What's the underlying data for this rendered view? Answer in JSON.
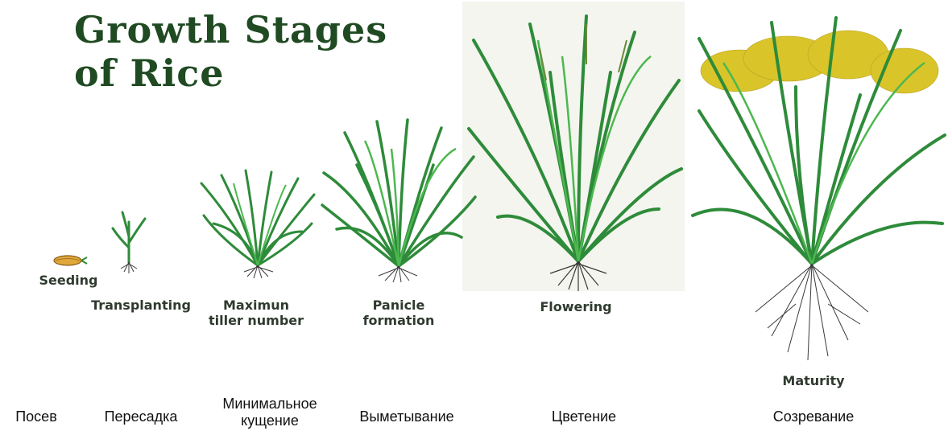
{
  "title": {
    "line1": "Growth Stages",
    "line2": "of Rice"
  },
  "stages": [
    {
      "en": [
        "Seeding"
      ],
      "ru": [
        "Посев"
      ]
    },
    {
      "en": [
        "Transplanting"
      ],
      "ru": [
        "Пересадка"
      ]
    },
    {
      "en": [
        "Maximun",
        "tiller number"
      ],
      "ru": [
        "Минимальное",
        "кущение"
      ]
    },
    {
      "en": [
        "Panicle",
        "formation"
      ],
      "ru": [
        "Выметывание"
      ]
    },
    {
      "en": [
        "Flowering"
      ],
      "ru": [
        "Цветение"
      ]
    },
    {
      "en": [
        "Maturity"
      ],
      "ru": [
        "Созревание"
      ]
    }
  ],
  "colors": {
    "leaf": "#2e8b3a",
    "leaf_light": "#4cb84f",
    "root": "#3a3a3a",
    "seed": "#e0a83a",
    "grain": "#d9c52a",
    "title": "#1f4a22"
  }
}
